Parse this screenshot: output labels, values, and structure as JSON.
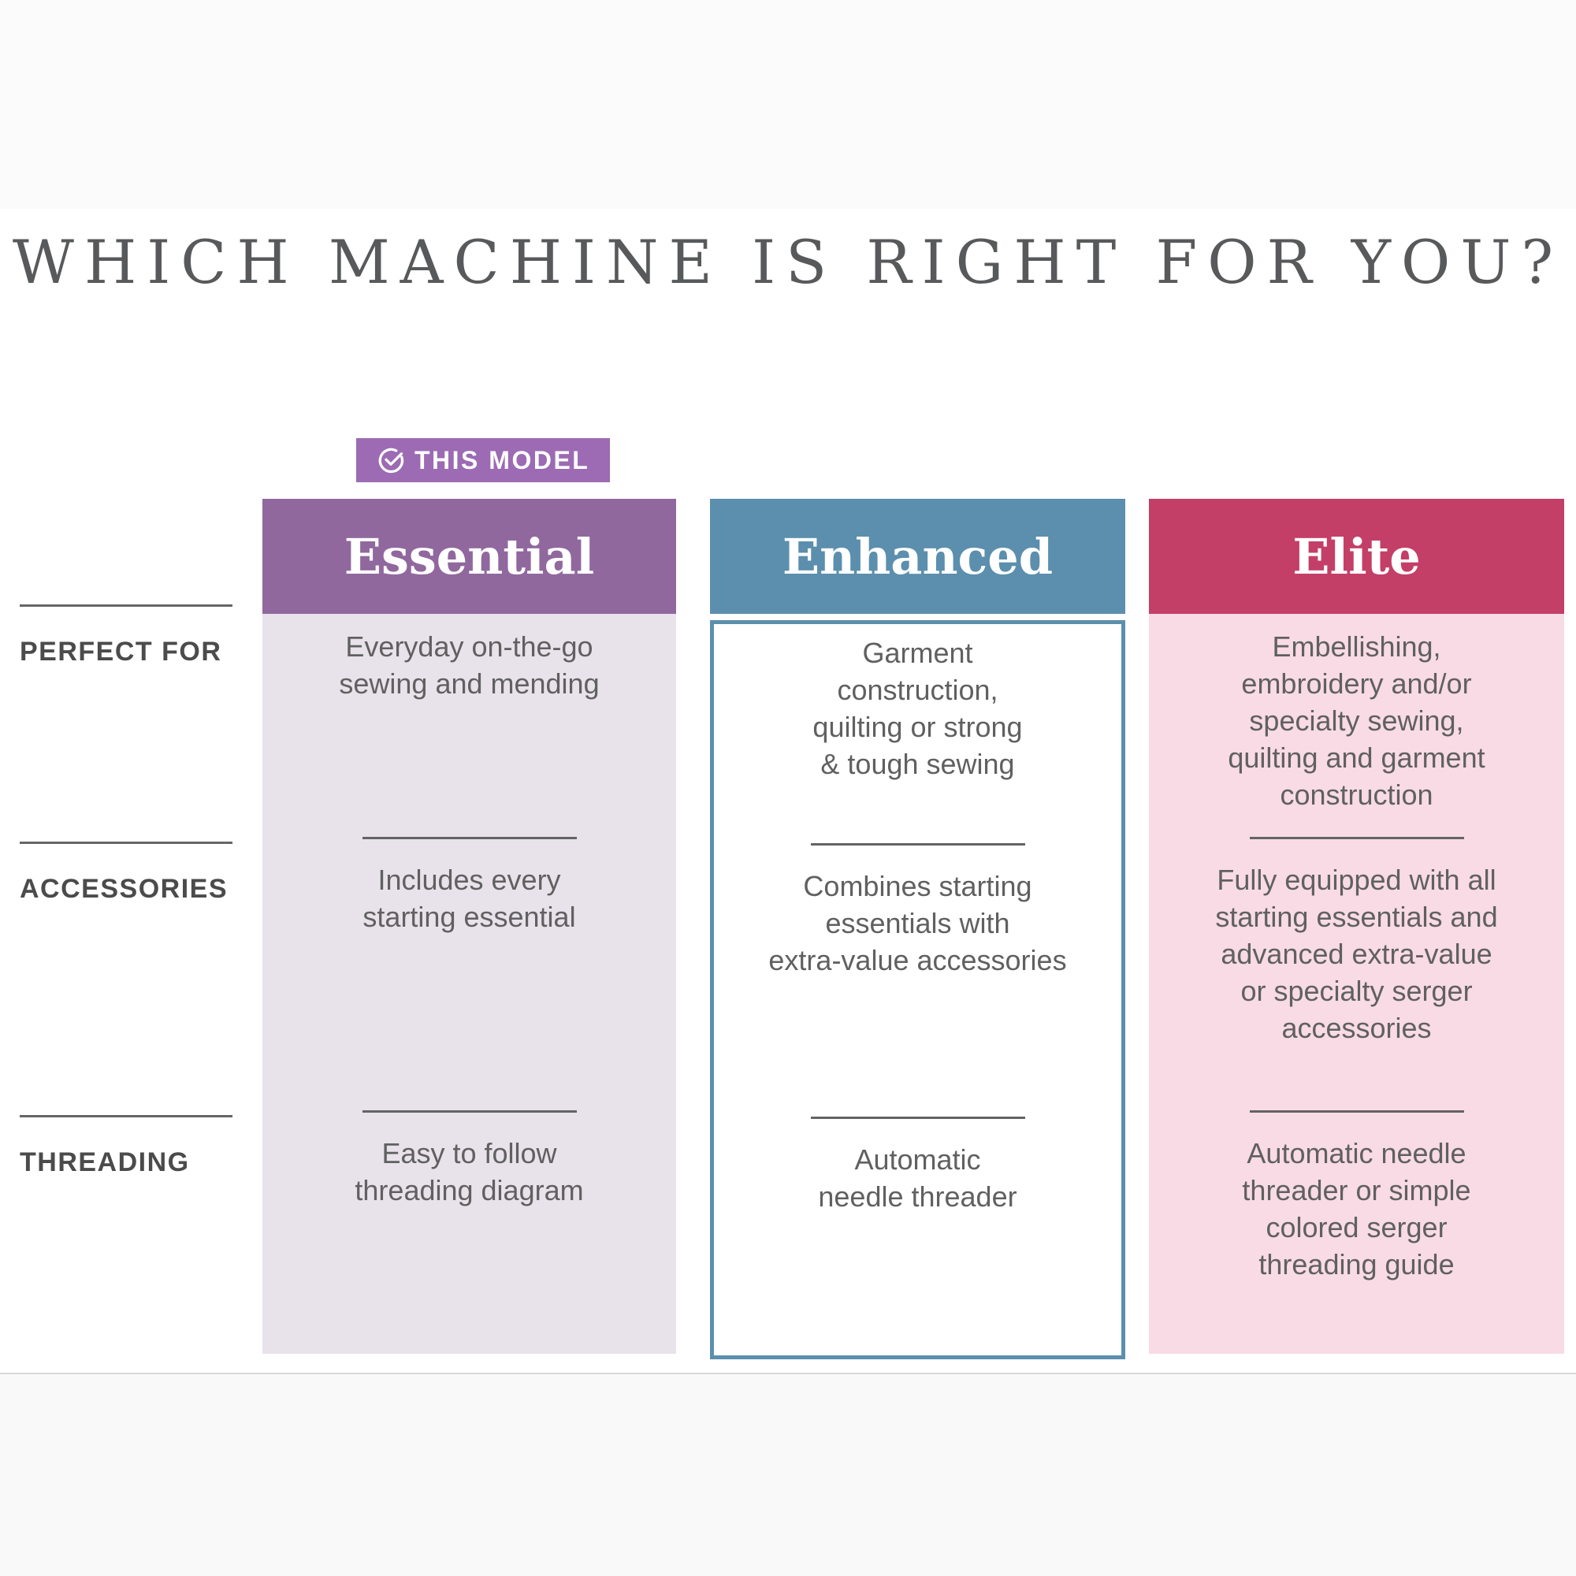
{
  "title": "WHICH MACHINE IS RIGHT FOR YOU?",
  "badge": {
    "label": "THIS MODEL",
    "icon": "check-circle-icon",
    "color": "#9c6bb3",
    "text_color": "#ffffff"
  },
  "row_labels": [
    {
      "label": "PERFECT FOR"
    },
    {
      "label": "ACCESSORIES"
    },
    {
      "label": "THREADING"
    }
  ],
  "columns": [
    {
      "name": "Essential",
      "header_color": "#90689e",
      "body_color": "#e8e2eb",
      "this_model": true,
      "rows": [
        {
          "text": "Everyday on-the-go\nsewing and mending"
        },
        {
          "text": "Includes every\nstarting essential"
        },
        {
          "text": "Easy to follow\nthreading diagram"
        }
      ]
    },
    {
      "name": "Enhanced",
      "header_color": "#5b8fad",
      "body_color": "#ffffff",
      "border_color": "#5b8fad",
      "this_model": false,
      "rows": [
        {
          "text": "Garment\nconstruction,\nquilting or strong\n& tough sewing"
        },
        {
          "text": "Combines starting\nessentials with\nextra-value accessories"
        },
        {
          "text": "Automatic\nneedle threader"
        }
      ]
    },
    {
      "name": "Elite",
      "header_color": "#c33f68",
      "body_color": "#f8dbe4",
      "this_model": false,
      "rows": [
        {
          "text": "Embellishing,\nembroidery and/or\nspecialty sewing,\nquilting and garment\nconstruction"
        },
        {
          "text": "Fully equipped with all\nstarting essentials and\nadvanced extra-value\nor specialty serger\naccessories"
        },
        {
          "text": "Automatic needle\nthreader or simple\ncolored serger\nthreading guide"
        }
      ]
    }
  ],
  "colors": {
    "title_text": "#58595b",
    "label_text": "#4b4b4b",
    "body_text": "#606060",
    "divider": "#666666"
  }
}
